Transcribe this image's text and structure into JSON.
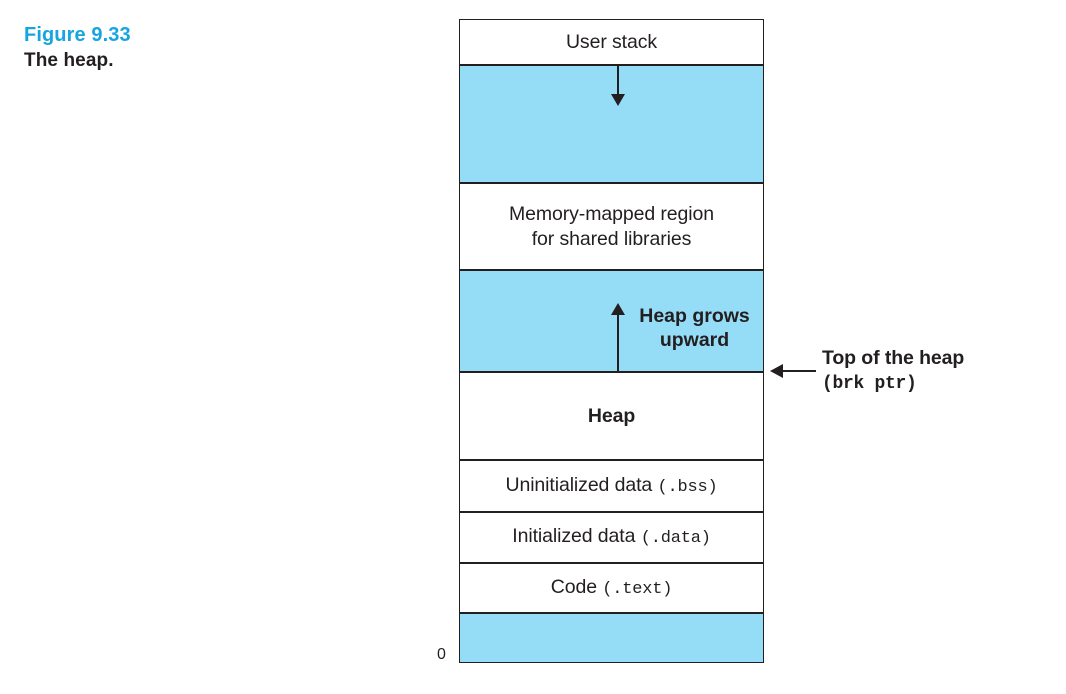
{
  "figure": {
    "number": "Figure 9.33",
    "title": "The heap.",
    "accent_color": "#16a5e0",
    "text_color": "#231f20",
    "fill_color": "#95dcf6"
  },
  "memory_map": {
    "zero_marker": "0",
    "rows": [
      {
        "id": "user-stack",
        "label": "User stack",
        "fill": "white",
        "bold": false
      },
      {
        "id": "stack-gap",
        "label": "",
        "fill": "blue",
        "bold": false
      },
      {
        "id": "mmap",
        "label": "Memory-mapped region\nfor shared libraries",
        "fill": "white",
        "bold": false
      },
      {
        "id": "heap-gap",
        "label": "",
        "fill": "blue",
        "bold": false
      },
      {
        "id": "heap",
        "label": "Heap",
        "fill": "white",
        "bold": true
      },
      {
        "id": "bss",
        "label": "Uninitialized data",
        "suffix": "(.bss)",
        "fill": "white",
        "bold": false
      },
      {
        "id": "data",
        "label": "Initialized data",
        "suffix": "(.data)",
        "fill": "white",
        "bold": false
      },
      {
        "id": "code",
        "label": "Code",
        "suffix": "(.text)",
        "fill": "white",
        "bold": false
      },
      {
        "id": "reserved",
        "label": "",
        "fill": "blue",
        "bold": false
      }
    ],
    "bss_label": "Uninitialized data ",
    "bss_section": "(.bss)",
    "data_label": "Initialized data ",
    "data_section": "(.data)",
    "code_label": "Code ",
    "code_section": "(.text)",
    "user_stack_label": "User stack",
    "mmap_label": "Memory-mapped region\nfor shared libraries",
    "heap_label": "Heap",
    "heap_grows_label": "Heap grows\nupward"
  },
  "annotation": {
    "brk_line_1": "Top of the heap",
    "brk_line_2": "(brk ptr)"
  }
}
